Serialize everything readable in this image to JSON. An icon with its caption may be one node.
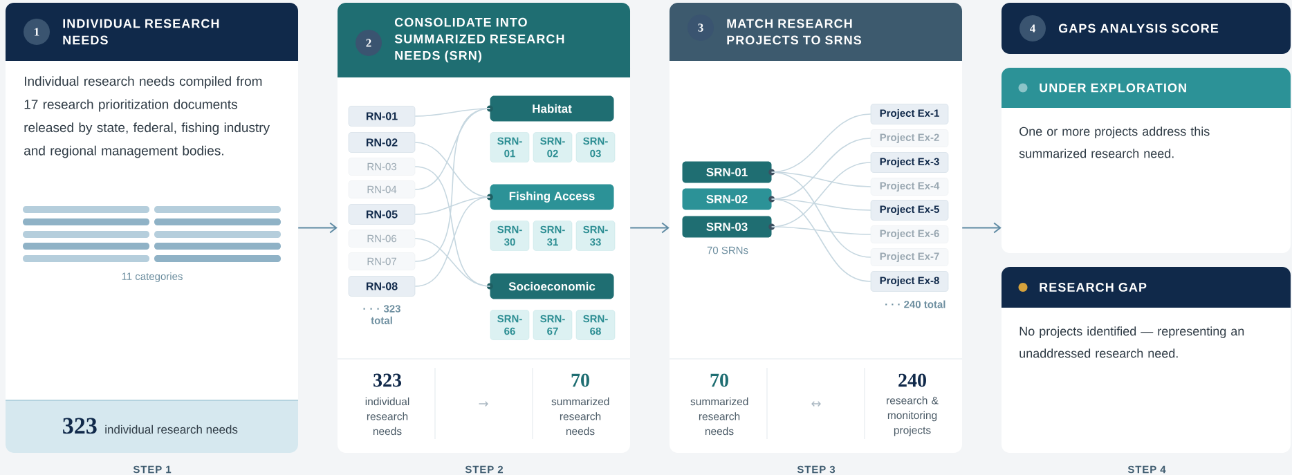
{
  "diagram": {
    "nodes": [
      {
        "text": [
          "Individual research needs compiled from 17 research prioritization documents released by state, federal, fishing industry and regional management bodies."
        ],
        "beside": [
          "STEP 1"
        ]
      },
      {
        "text": [
          "323",
          "individual research needs"
        ],
        "in": 0
      },
      {
        "text": [
          "2",
          "CONSOLIDATE INTO SUMMARIZED RESEARCH NEEDS (SRN)"
        ],
        "beside": [
          "STEP 2"
        ]
      },
      {
        "text": [
          "RN-01"
        ],
        "in": 2
      },
      {
        "text": [
          "RN-02"
        ],
        "in": 2
      },
      {
        "text": [
          "RN-03"
        ],
        "in": 2
      },
      {
        "text": [
          "RN-04"
        ],
        "in": 2
      },
      {
        "text": [
          "RN-05"
        ],
        "in": 2
      },
      {
        "text": [
          "RN-06"
        ],
        "in": 2
      },
      {
        "text": [
          "RN-07"
        ],
        "in": 2
      },
      {
        "text": [
          "RN-08"
        ],
        "in": 2
      },
      {
        "text": [
          "Habitat"
        ],
        "in": 2
      },
      {
        "text": [
          "SRN- 01"
        ],
        "in": 2
      },
      {
        "text": [
          "SRN- 02"
        ],
        "in": 2
      },
      {
        "text": [
          "SRN- 03"
        ],
        "in": 2
      },
      {
        "text": [
          "Fishing Access"
        ],
        "in": 2
      },
      {
        "text": [
          "SRN- 30"
        ],
        "in": 2
      },
      {
        "text": [
          "SRN- 31"
        ],
        "in": 2
      },
      {
        "text": [
          "SRN- 33"
        ],
        "in": 2
      },
      {
        "text": [
          "Socioeconomic"
        ],
        "in": 2
      },
      {
        "text": [
          "SRN- 66"
        ],
        "in": 2
      },
      {
        "text": [
          "SRN- 67"
        ],
        "in": 2
      },
      {
        "text": [
          "SRN- 68"
        ],
        "in": 2
      },
      {
        "text": [
          "3",
          "MATCH RESEARCH PROJECTS TO SRNS"
        ],
        "beside": [
          "STEP 3"
        ]
      },
      {
        "text": [
          "SRN-01"
        ],
        "in": 23
      },
      {
        "text": [
          "SRN-02"
        ],
        "in": 23
      },
      {
        "text": [
          "SRN-03"
        ],
        "in": 23
      },
      {
        "text": [
          "Project Ex-1"
        ],
        "in": 23
      },
      {
        "text": [
          "Project Ex-2"
        ],
        "in": 23
      },
      {
        "text": [
          "Project Ex-3"
        ],
        "in": 23
      },
      {
        "text": [
          "Project Ex-4"
        ],
        "in": 23
      },
      {
        "text": [
          "Project Ex-5"
        ],
        "in": 23
      },
      {
        "text": [
          "Project Ex-6"
        ],
        "in": 23
      },
      {
        "text": [
          "Project Ex-7"
        ],
        "in": 23
      },
      {
        "text": [
          "Project Ex-8"
        ],
        "in": 23
      },
      {
        "text": [
          "4",
          "GAPS ANALYSIS SCORE"
        ]
      },
      {
        "text": [
          "UNDER EXPLORATION",
          "One or more projects address this summarized research need."
        ]
      },
      {
        "text": [
          "RESEARCH GAP",
          "No projects identified — representing an unaddressed research need."
        ]
      },
      {
        "text": [
          "1",
          "INDIVIDUAL RESEARCH NEEDS"
        ],
        "in": 0
      }
    ],
    "edges": [
      {
        "from": 0,
        "to": 2,
        "arrow": "to",
        "color": "#5e8aa3"
      },
      {
        "from": 2,
        "to": 23,
        "arrow": "to",
        "color": "#5e8aa3"
      },
      {
        "from": 23,
        "to": 36,
        "arrow": "to",
        "color": "#5e8aa3"
      },
      {
        "from": 3,
        "to": 11,
        "arrow": "none"
      },
      {
        "from": 4,
        "to": 15,
        "arrow": "none"
      },
      {
        "from": 5,
        "to": 19,
        "arrow": "none"
      },
      {
        "from": 6,
        "to": 11,
        "arrow": "none"
      },
      {
        "from": 7,
        "to": 15,
        "arrow": "none"
      },
      {
        "from": 8,
        "to": 19,
        "arrow": "none"
      },
      {
        "from": 9,
        "to": 11,
        "arrow": "none"
      },
      {
        "from": 10,
        "to": 15,
        "arrow": "none"
      },
      {
        "from": 24,
        "to": 27,
        "arrow": "none"
      },
      {
        "from": 24,
        "to": 30,
        "arrow": "none"
      },
      {
        "from": 24,
        "to": 33,
        "arrow": "none"
      },
      {
        "from": 25,
        "to": 28,
        "arrow": "none"
      },
      {
        "from": 25,
        "to": 31,
        "arrow": "none"
      },
      {
        "from": 25,
        "to": 34,
        "arrow": "none"
      },
      {
        "from": 26,
        "to": 29,
        "arrow": "none"
      },
      {
        "from": 26,
        "to": 32,
        "arrow": "none"
      }
    ],
    "labels": [
      "11 categories",
      "· · · 323 total",
      "323",
      "individual research needs",
      "→",
      "70",
      "summarized research needs",
      "70 SRNs",
      "· · · 240 total",
      "70",
      "summarized research needs",
      "↔",
      "240",
      "research & monitoring projects",
      "STEP 4"
    ]
  }
}
